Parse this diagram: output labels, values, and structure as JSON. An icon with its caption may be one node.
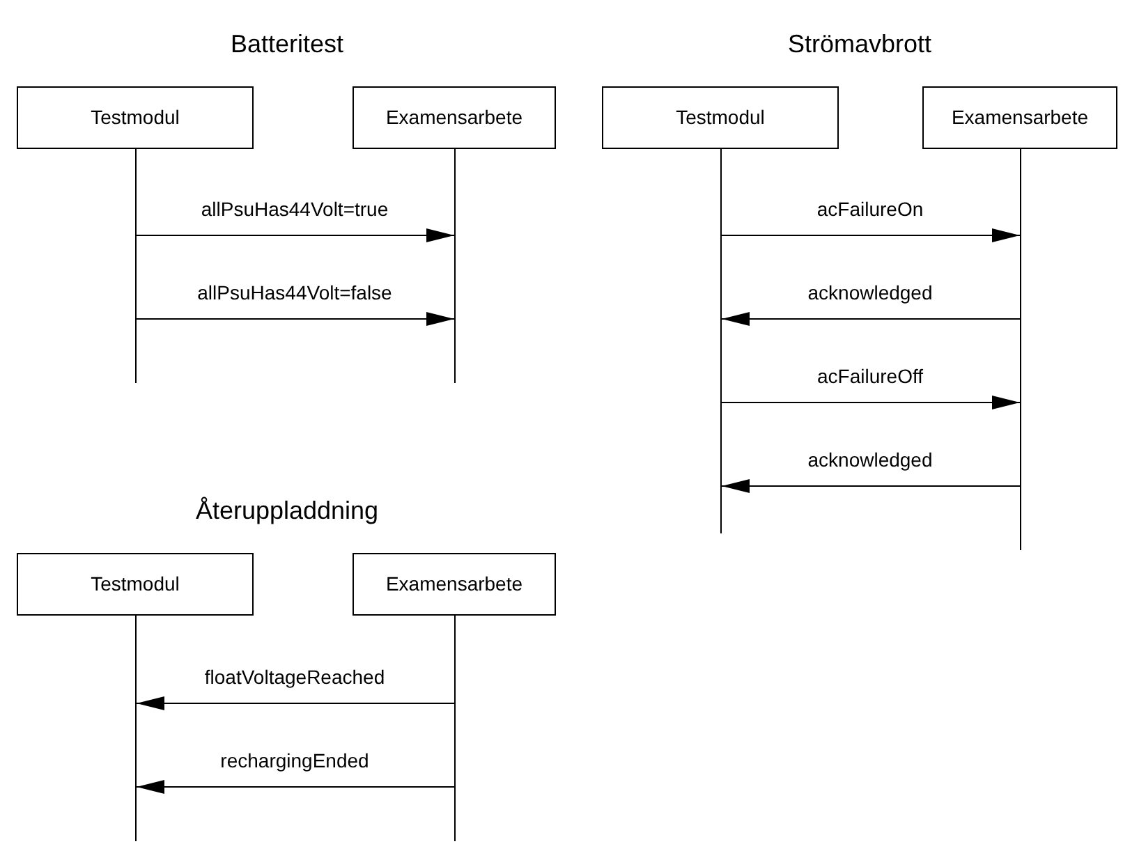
{
  "diagram": {
    "nodes": [
      {
        "text": [
          "Testmodul"
        ]
      },
      {
        "text": [
          "Examensarbete"
        ]
      },
      {
        "text": [],
        "shape": "bar"
      },
      {
        "text": [],
        "shape": "bar"
      },
      {
        "text": [
          "Testmodul"
        ]
      },
      {
        "text": [
          "Examensarbete"
        ]
      },
      {
        "text": [],
        "shape": "bar"
      },
      {
        "text": [],
        "shape": "bar"
      },
      {
        "text": [
          "Testmodul"
        ]
      },
      {
        "text": [
          "Examensarbete"
        ]
      },
      {
        "text": [],
        "shape": "bar"
      },
      {
        "text": [],
        "shape": "bar"
      }
    ],
    "edges": [
      {
        "from": 2,
        "to": 3,
        "arrow": "to",
        "label": "allPsuHas44Volt=true"
      },
      {
        "from": 2,
        "to": 3,
        "arrow": "to",
        "label": "allPsuHas44Volt=false"
      },
      {
        "from": 6,
        "to": 7,
        "arrow": "to",
        "label": "acFailureOn"
      },
      {
        "from": 7,
        "to": 6,
        "arrow": "to",
        "label": "acknowledged"
      },
      {
        "from": 6,
        "to": 7,
        "arrow": "to",
        "label": "acFailureOff"
      },
      {
        "from": 7,
        "to": 6,
        "arrow": "to",
        "label": "acknowledged"
      },
      {
        "from": 11,
        "to": 10,
        "arrow": "to",
        "label": "floatVoltageReached"
      },
      {
        "from": 11,
        "to": 10,
        "arrow": "to",
        "label": "rechargingEnded"
      }
    ],
    "labels": [
      "Batteritest",
      "Strömavbrott",
      "Återuppladdning"
    ]
  }
}
